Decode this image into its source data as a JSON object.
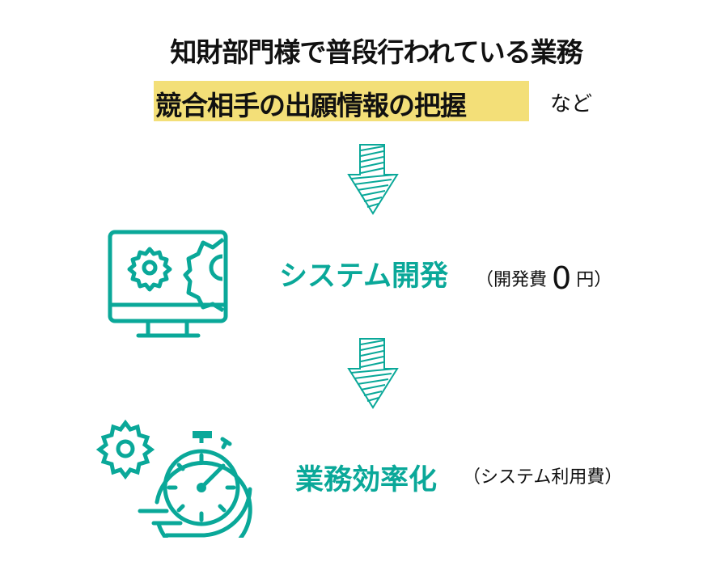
{
  "headline": {
    "line1": "知財部門様で普段行われている業務",
    "highlight": "競合相手の出願情報の把握",
    "suffix": "など"
  },
  "steps": [
    {
      "title": "システム開発",
      "note_open": "（開発費",
      "note_value": "0",
      "note_close": "円）",
      "icon": "monitor-gears-icon"
    },
    {
      "title": "業務効率化",
      "note": "（システム利用費）",
      "icon": "stopwatch-gear-icon"
    }
  ],
  "colors": {
    "accent": "#0aa899",
    "highlight": "#f3df78"
  }
}
